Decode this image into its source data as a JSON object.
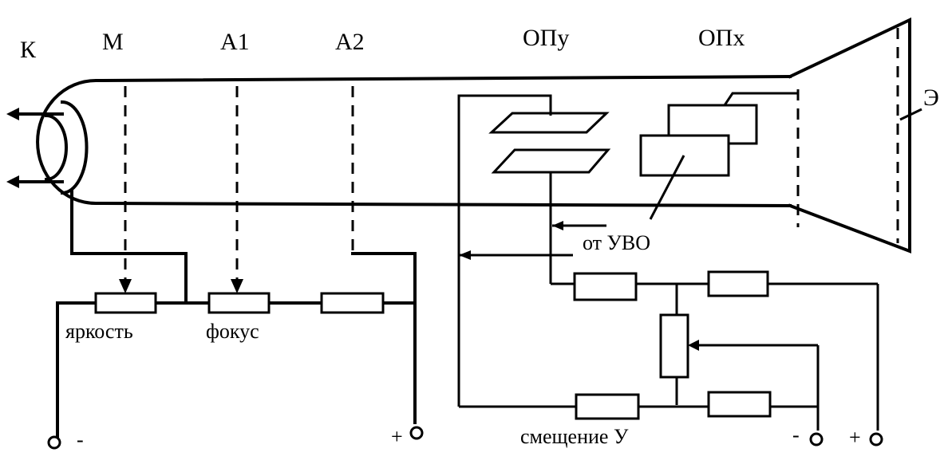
{
  "labels": {
    "cathode": "К",
    "modulator": "М",
    "anode1": "А1",
    "anode2": "А2",
    "plates_y": "ОПу",
    "plates_x": "ОПх",
    "screen": "Э",
    "from_uvo": "от УВО",
    "brightness": "яркость",
    "focus": "фокус",
    "bias_y": "смещение У",
    "terminal_minus": "-",
    "terminal_plus": "+",
    "terminal_minus_right": "-",
    "terminal_plus_right": "+"
  }
}
